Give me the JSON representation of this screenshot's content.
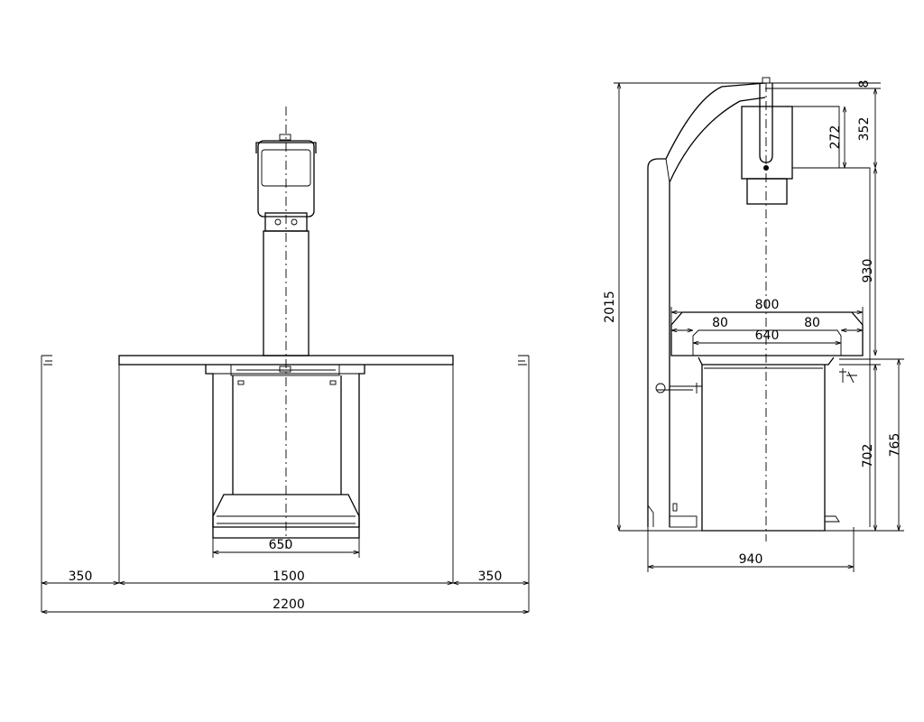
{
  "front_view": {
    "dims": {
      "left_offset": "350",
      "table_width": "1500",
      "right_offset": "350",
      "overall_width": "2200",
      "bucky_width": "650"
    }
  },
  "side_view": {
    "dims": {
      "total_height": "2015",
      "top_offset": "8",
      "column_top": "352",
      "tube_height": "272",
      "sid": "930",
      "tabletop_width": "800",
      "rail_left": "80",
      "rail_right": "80",
      "inner_width": "640",
      "table_height_low": "702",
      "table_height_high": "765",
      "depth": "940"
    }
  }
}
